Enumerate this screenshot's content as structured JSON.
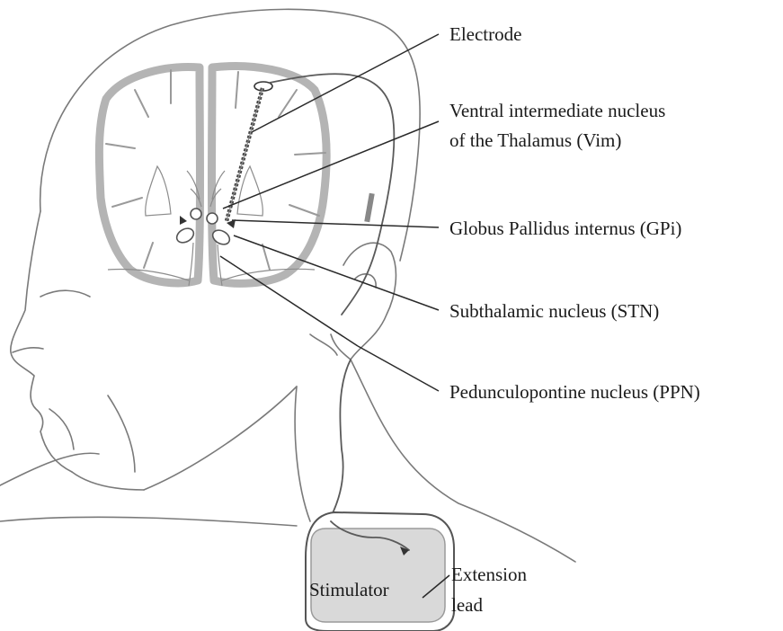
{
  "labels": {
    "electrode": "Electrode",
    "vim_line1": "Ventral intermediate nucleus",
    "vim_line2": "of the Thalamus (Vim)",
    "gpi": "Globus Pallidus internus (GPi)",
    "stn": "Subthalamic nucleus (STN)",
    "ppn": "Pedunculopontine nucleus (PPN)",
    "stimulator": "Stimulator",
    "extension_line1": "Extension",
    "extension_line2": "lead"
  },
  "colors": {
    "text": "#1a1a1a",
    "outline": "#7a7a7a",
    "cortex": "#b4b4b4",
    "stimulator_fill": "#d9d9d9",
    "background": "#ffffff"
  }
}
